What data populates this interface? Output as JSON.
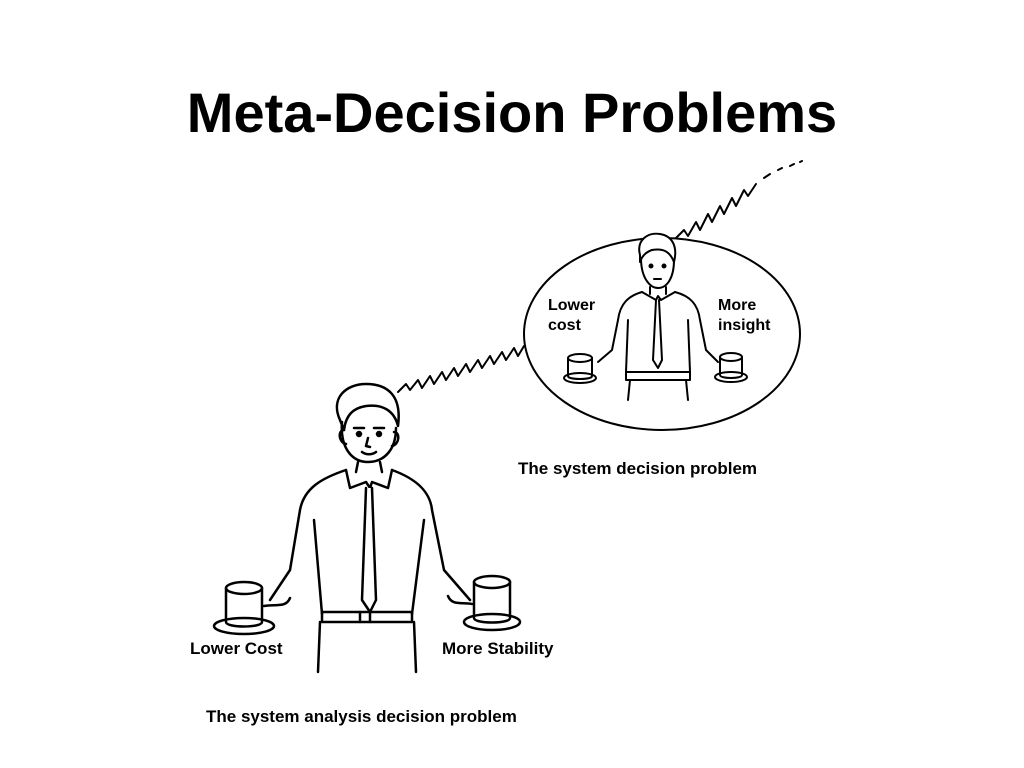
{
  "slide": {
    "title": "Meta-Decision Problems"
  },
  "inner_figure": {
    "left_cup_label_line1": "Lower",
    "left_cup_label_line2": "cost",
    "right_cup_label_line1": "More",
    "right_cup_label_line2": "insight",
    "caption": "The system decision problem"
  },
  "outer_figure": {
    "left_cup_label": "Lower Cost",
    "right_cup_label": "More Stability",
    "caption": "The system analysis decision problem"
  },
  "colors": {
    "ink": "#000000",
    "background": "#ffffff"
  }
}
